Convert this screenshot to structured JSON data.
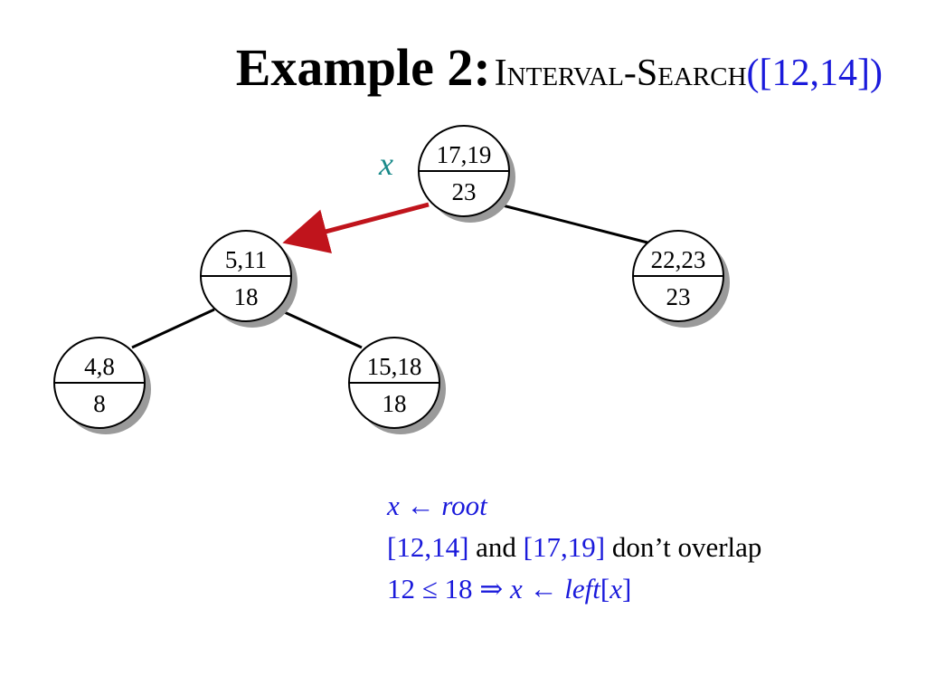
{
  "title": {
    "label": "Example 2:",
    "procedure": "Interval-Search",
    "argument": "([12,14])"
  },
  "pointer_label": "x",
  "tree": {
    "root": {
      "interval": "17,19",
      "max": "23"
    },
    "left": {
      "interval": "5,11",
      "max": "18"
    },
    "right": {
      "interval": "22,23",
      "max": "23"
    },
    "left_left": {
      "interval": "4,8",
      "max": "8"
    },
    "left_right": {
      "interval": "15,18",
      "max": "18"
    }
  },
  "colors": {
    "arrow": "#c0141c",
    "blue_text": "#1a1adb",
    "pointer": "#1a8a8a"
  },
  "steps": {
    "line1": {
      "x": "x",
      "arrow": "←",
      "root": "root"
    },
    "line2": {
      "query": "[12,14]",
      "and": "and",
      "node": "[17,19]",
      "rest": "don’t overlap"
    },
    "line3": {
      "cmp": "12 ≤ 18 ⇒",
      "x": "x",
      "arrow": "←",
      "left": "left",
      "open": "[",
      "arg": "x",
      "close": "]"
    }
  }
}
